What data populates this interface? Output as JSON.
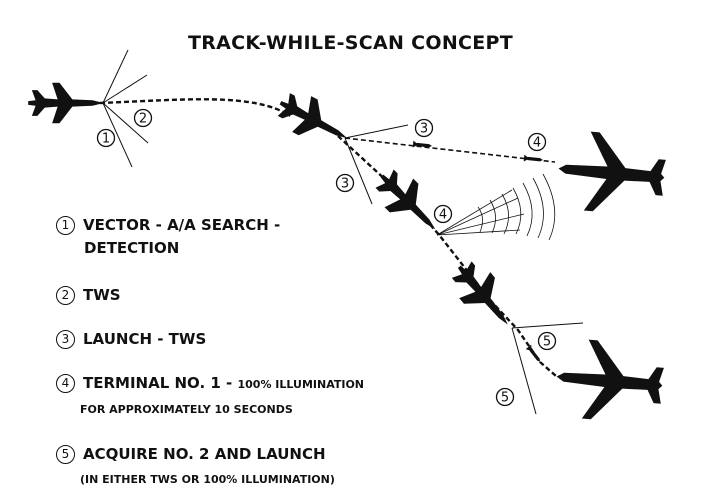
{
  "title": "TRACK-WHILE-SCAN CONCEPT",
  "legend": [
    {
      "num": "1",
      "line1": "VECTOR - A/A SEARCH -",
      "line2": "DETECTION"
    },
    {
      "num": "2",
      "line1": "TWS"
    },
    {
      "num": "3",
      "line1": "LAUNCH - TWS"
    },
    {
      "num": "4",
      "line1": "TERMINAL NO. 1 - ",
      "small": "100% ILLUMINATION",
      "line2": "FOR APPROXIMATELY 10 SECONDS"
    },
    {
      "num": "5",
      "line1": "ACQUIRE NO. 2 AND LAUNCH",
      "line2": "(IN EITHER TWS OR 100% ILLUMINATION)"
    }
  ],
  "markers": [
    "1",
    "2",
    "3",
    "3",
    "4",
    "4",
    "5",
    "5"
  ]
}
